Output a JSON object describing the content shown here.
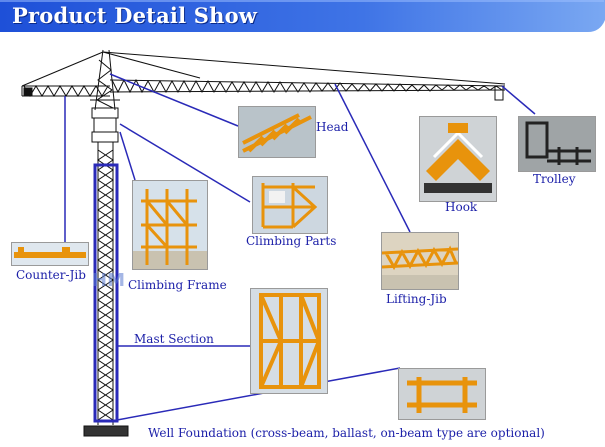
{
  "banner": {
    "title": "Product Detail Show",
    "color_start": "#1e50d8",
    "color_end": "#6fa0f0"
  },
  "callout_color": "#2a2ab8",
  "labels": {
    "head": "Head",
    "counter_jib": "Counter-Jib",
    "climbing_parts": "Climbing Parts",
    "hook": "Hook",
    "trolley": "Trolley",
    "climbing_frame": "Climbing Frame",
    "lifting_jib": "Lifting-Jib",
    "mast_section": "Mast Section",
    "well_foundation": "Well Foundation (cross-beam, ballast, on-beam type are optional)"
  },
  "photo_colors": {
    "steel": "#e8930c",
    "ground": "#c9c2b0",
    "sky": "#d7e3ee"
  }
}
